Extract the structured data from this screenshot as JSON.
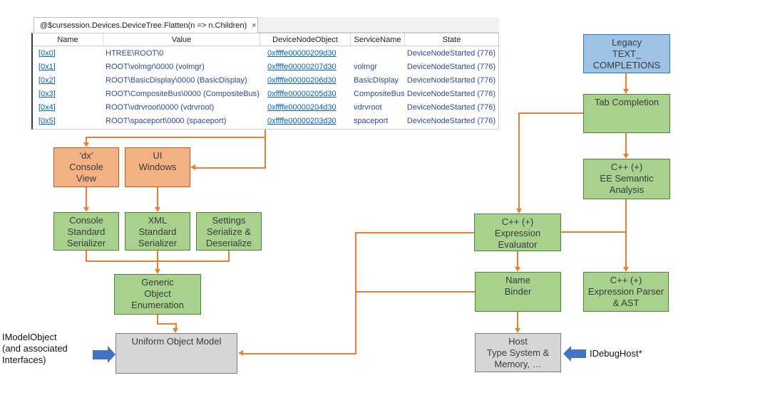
{
  "tab": {
    "title": "@$cursession.Devices.DeviceTree.Flatten(n => n.Children)",
    "close_label": "×"
  },
  "table": {
    "columns": [
      "Name",
      "Value",
      "DeviceNodeObject",
      "ServiceName",
      "State"
    ],
    "rows": [
      {
        "name": "[0x0]",
        "value": "HTREE\\ROOT\\0",
        "object": "0xffffe00000209d30",
        "service": "",
        "state": "DeviceNodeStarted (776)"
      },
      {
        "name": "[0x1]",
        "value": "ROOT\\volmgr\\0000 (volmgr)",
        "object": "0xffffe00000207d30",
        "service": "volmgr",
        "state": "DeviceNodeStarted (776)"
      },
      {
        "name": "[0x2]",
        "value": "ROOT\\BasicDisplay\\0000 (BasicDisplay)",
        "object": "0xffffe00000206d30",
        "service": "BasicDisplay",
        "state": "DeviceNodeStarted (776)"
      },
      {
        "name": "[0x3]",
        "value": "ROOT\\CompositeBus\\0000 (CompositeBus)",
        "object": "0xffffe00000205d30",
        "service": "CompositeBus",
        "state": "DeviceNodeStarted (776)"
      },
      {
        "name": "[0x4]",
        "value": "ROOT\\vdrvroot\\0000 (vdrvroot)",
        "object": "0xffffe00000204d30",
        "service": "vdrvroot",
        "state": "DeviceNodeStarted (776)"
      },
      {
        "name": "[0x5]",
        "value": "ROOT\\spaceport\\0000 (spaceport)",
        "object": "0xffffe00000203d30",
        "service": "spaceport",
        "state": "DeviceNodeStarted (776)"
      }
    ]
  },
  "diagram": {
    "boxes": {
      "legacy": {
        "lines": [
          "Legacy",
          "TEXT_",
          "COMPLETIONS"
        ]
      },
      "tab_completion": {
        "lines": [
          "Tab Completion"
        ]
      },
      "ee_semantic": {
        "lines": [
          "C++ (+)",
          "EE Semantic",
          "Analysis"
        ]
      },
      "expression_parser": {
        "lines": [
          "C++ (+)",
          "Expression Parser",
          "& AST"
        ]
      },
      "expression_evaluator": {
        "lines": [
          "C++ (+)",
          "Expression",
          "Evaluator"
        ]
      },
      "name_binder": {
        "lines": [
          "Name",
          "Binder"
        ]
      },
      "host": {
        "lines": [
          "Host",
          "Type System &",
          "Memory, …"
        ]
      },
      "dx_console_view": {
        "lines": [
          "‘dx’",
          "Console",
          "View"
        ]
      },
      "ui_windows": {
        "lines": [
          "UI",
          "Windows"
        ]
      },
      "console_serializer": {
        "lines": [
          "Console",
          "Standard",
          "Serializer"
        ]
      },
      "xml_serializer": {
        "lines": [
          "XML",
          "Standard",
          "Serializer"
        ]
      },
      "settings_serializer": {
        "lines": [
          "Settings",
          "Serialize &",
          "Deserialize"
        ]
      },
      "generic_enumeration": {
        "lines": [
          "Generic",
          "Object",
          "Enumeration"
        ]
      },
      "uniform_object_model": {
        "lines": [
          "Uniform Object Model"
        ]
      }
    },
    "labels": {
      "imodelobject": {
        "lines": [
          "IModelObject",
          "(and associated",
          "Interfaces)"
        ]
      },
      "idebughost": "IDebugHost*"
    },
    "colors": {
      "connector_orange": "#ED7D31",
      "green_fill": "#A9D18E",
      "green_border": "#548235",
      "blue_fill": "#9DC3E6",
      "blue_border": "#2E75B6",
      "orange_fill": "#F4B183",
      "orange_border": "#C55A11",
      "gray_fill": "#D6D6D6",
      "gray_border": "#7F7F7F",
      "block_arrow_blue": "#4472C4",
      "link_blue": "#0563C1",
      "value_text_blue": "#2E4A9E"
    }
  }
}
